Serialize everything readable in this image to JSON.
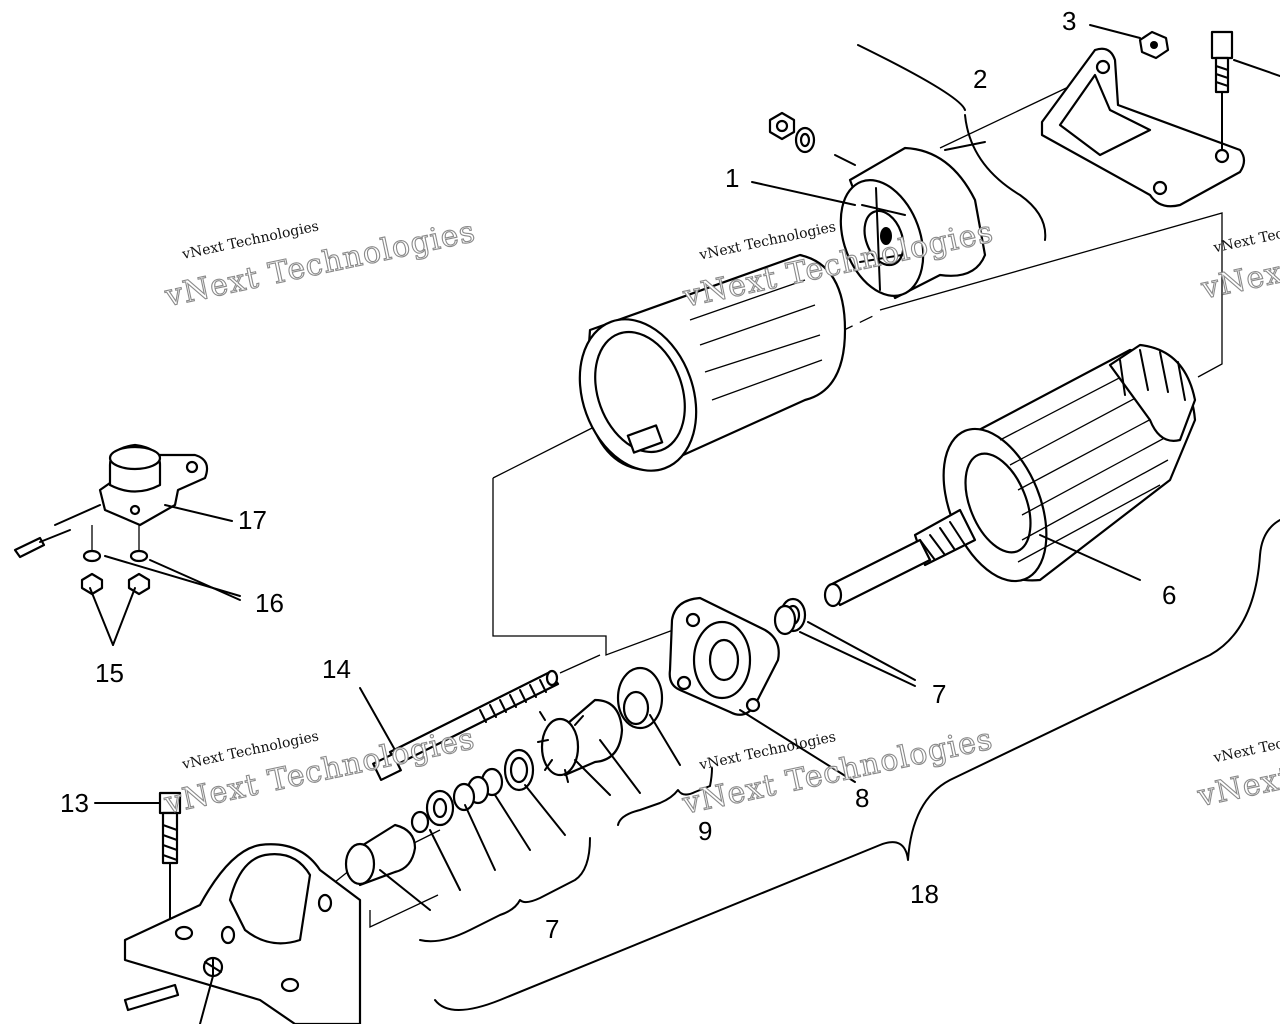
{
  "callouts": [
    {
      "id": "1",
      "text": "1"
    },
    {
      "id": "2",
      "text": "2"
    },
    {
      "id": "3",
      "text": "3"
    },
    {
      "id": "6",
      "text": "6"
    },
    {
      "id": "7a",
      "text": "7"
    },
    {
      "id": "7b",
      "text": "7"
    },
    {
      "id": "8",
      "text": "8"
    },
    {
      "id": "9",
      "text": "9"
    },
    {
      "id": "13",
      "text": "13"
    },
    {
      "id": "14",
      "text": "14"
    },
    {
      "id": "15",
      "text": "15"
    },
    {
      "id": "16",
      "text": "16"
    },
    {
      "id": "17",
      "text": "17"
    },
    {
      "id": "18",
      "text": "18"
    }
  ],
  "watermark": {
    "large": "vNext Technologies",
    "small": "vNext Technologies"
  }
}
